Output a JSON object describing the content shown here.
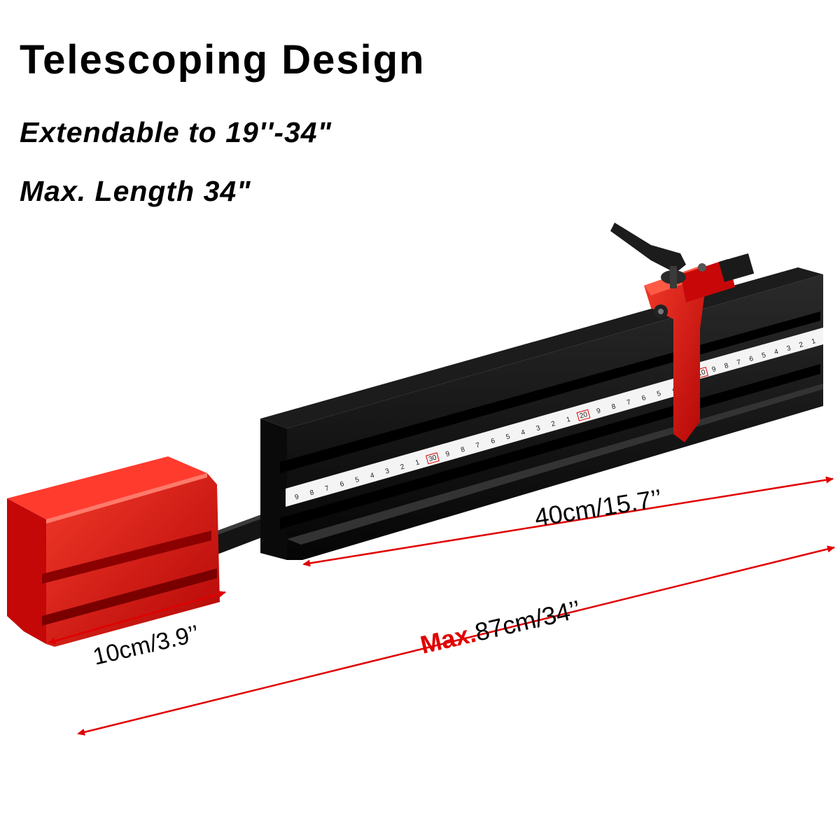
{
  "headline": "Telescoping Design",
  "subtitle_1": "Extendable to 19''-34\"",
  "subtitle_2": "Max. Length 34\"",
  "dimensions": {
    "main_body": "40cm/15.7’’",
    "extension_block": "10cm/3.9’’",
    "max_prefix": "Max.",
    "max_value": "87cm/34’’"
  },
  "ruler_front": {
    "marks": [
      "9",
      "8",
      "7",
      "6",
      "5",
      "4",
      "3",
      "2",
      "1",
      "30",
      "9",
      "8",
      "7",
      "6",
      "5",
      "4",
      "3",
      "2",
      "1",
      "20",
      "9",
      "8",
      "7",
      "6",
      "5",
      "4",
      "3"
    ],
    "boxed": [
      "30",
      "20"
    ]
  },
  "ruler_back": {
    "marks": [
      "10",
      "9",
      "8",
      "7",
      "6",
      "5",
      "4",
      "3",
      "2",
      "1"
    ],
    "boxed": [
      "10"
    ]
  },
  "colors": {
    "text": "#000000",
    "accent_red": "#e00000",
    "aluminum_red": "#d40b0b",
    "body_black": "#111111",
    "scale_white": "#f4f4f4"
  },
  "icons": {
    "handle": "clamp-handle-icon",
    "flip_stop": "flip-stop-icon"
  }
}
